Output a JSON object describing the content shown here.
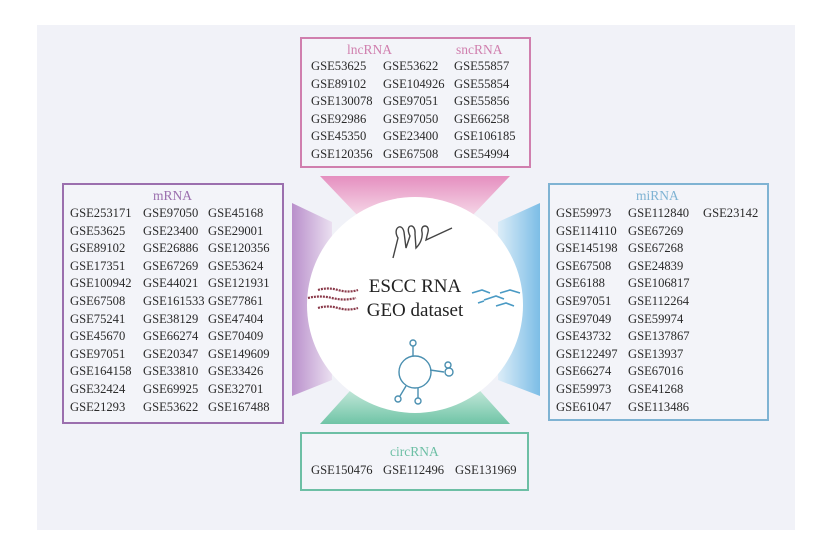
{
  "colors": {
    "lncRNA": "#d07fae",
    "mRNA": "#9b6fae",
    "miRNA": "#7fb3d3",
    "circRNA": "#6dbfa5"
  },
  "center": {
    "line1": "ESCC RNA",
    "line2": "GEO dataset"
  },
  "lncRNA": {
    "title": "lncRNA",
    "columns": [
      [
        "GSE53625",
        "GSE89102",
        "GSE130078",
        "GSE92986",
        "GSE45350",
        "GSE120356"
      ],
      [
        "GSE53622",
        "GSE104926",
        "GSE97051",
        "GSE97050",
        "GSE23400",
        "GSE67508"
      ]
    ]
  },
  "sncRNA": {
    "title": "sncRNA",
    "columns": [
      [
        "GSE55857",
        "GSE55854",
        "GSE55856",
        "GSE66258",
        "GSE106185",
        "GSE54994"
      ]
    ]
  },
  "mRNA": {
    "title": "mRNA",
    "columns": [
      [
        "GSE253171",
        "GSE53625",
        "GSE89102",
        "GSE17351",
        "GSE100942",
        "GSE67508",
        "GSE75241",
        "GSE45670",
        "GSE97051",
        "GSE164158",
        "GSE32424",
        "GSE21293"
      ],
      [
        "GSE97050",
        "GSE23400",
        "GSE26886",
        "GSE67269",
        "GSE44021",
        "GSE161533",
        "GSE38129",
        "GSE66274",
        "GSE20347",
        "GSE33810",
        "GSE69925",
        "GSE53622"
      ],
      [
        "GSE45168",
        "GSE29001",
        "GSE120356",
        "GSE53624",
        "GSE121931",
        "GSE77861",
        "GSE47404",
        "GSE70409",
        "GSE149609",
        "GSE33426",
        "GSE32701",
        "GSE167488"
      ]
    ]
  },
  "miRNA": {
    "title": "miRNA",
    "columns": [
      [
        "GSE59973",
        "GSE114110",
        "GSE145198",
        "GSE67508",
        "GSE6188",
        "GSE97051",
        "GSE97049",
        "GSE43732",
        "GSE122497",
        "GSE66274",
        "GSE59973",
        "GSE61047"
      ],
      [
        "GSE112840",
        "GSE67269",
        "GSE67268",
        "GSE24839",
        "GSE106817",
        "GSE112264",
        "GSE59974",
        "GSE137867",
        "GSE13937",
        "GSE67016",
        "GSE41268",
        "GSE113486"
      ],
      [
        "GSE23142"
      ]
    ]
  },
  "circRNA": {
    "title": "circRNA",
    "columns": [
      [
        "GSE150476"
      ],
      [
        "GSE112496"
      ],
      [
        "GSE131969"
      ]
    ]
  }
}
